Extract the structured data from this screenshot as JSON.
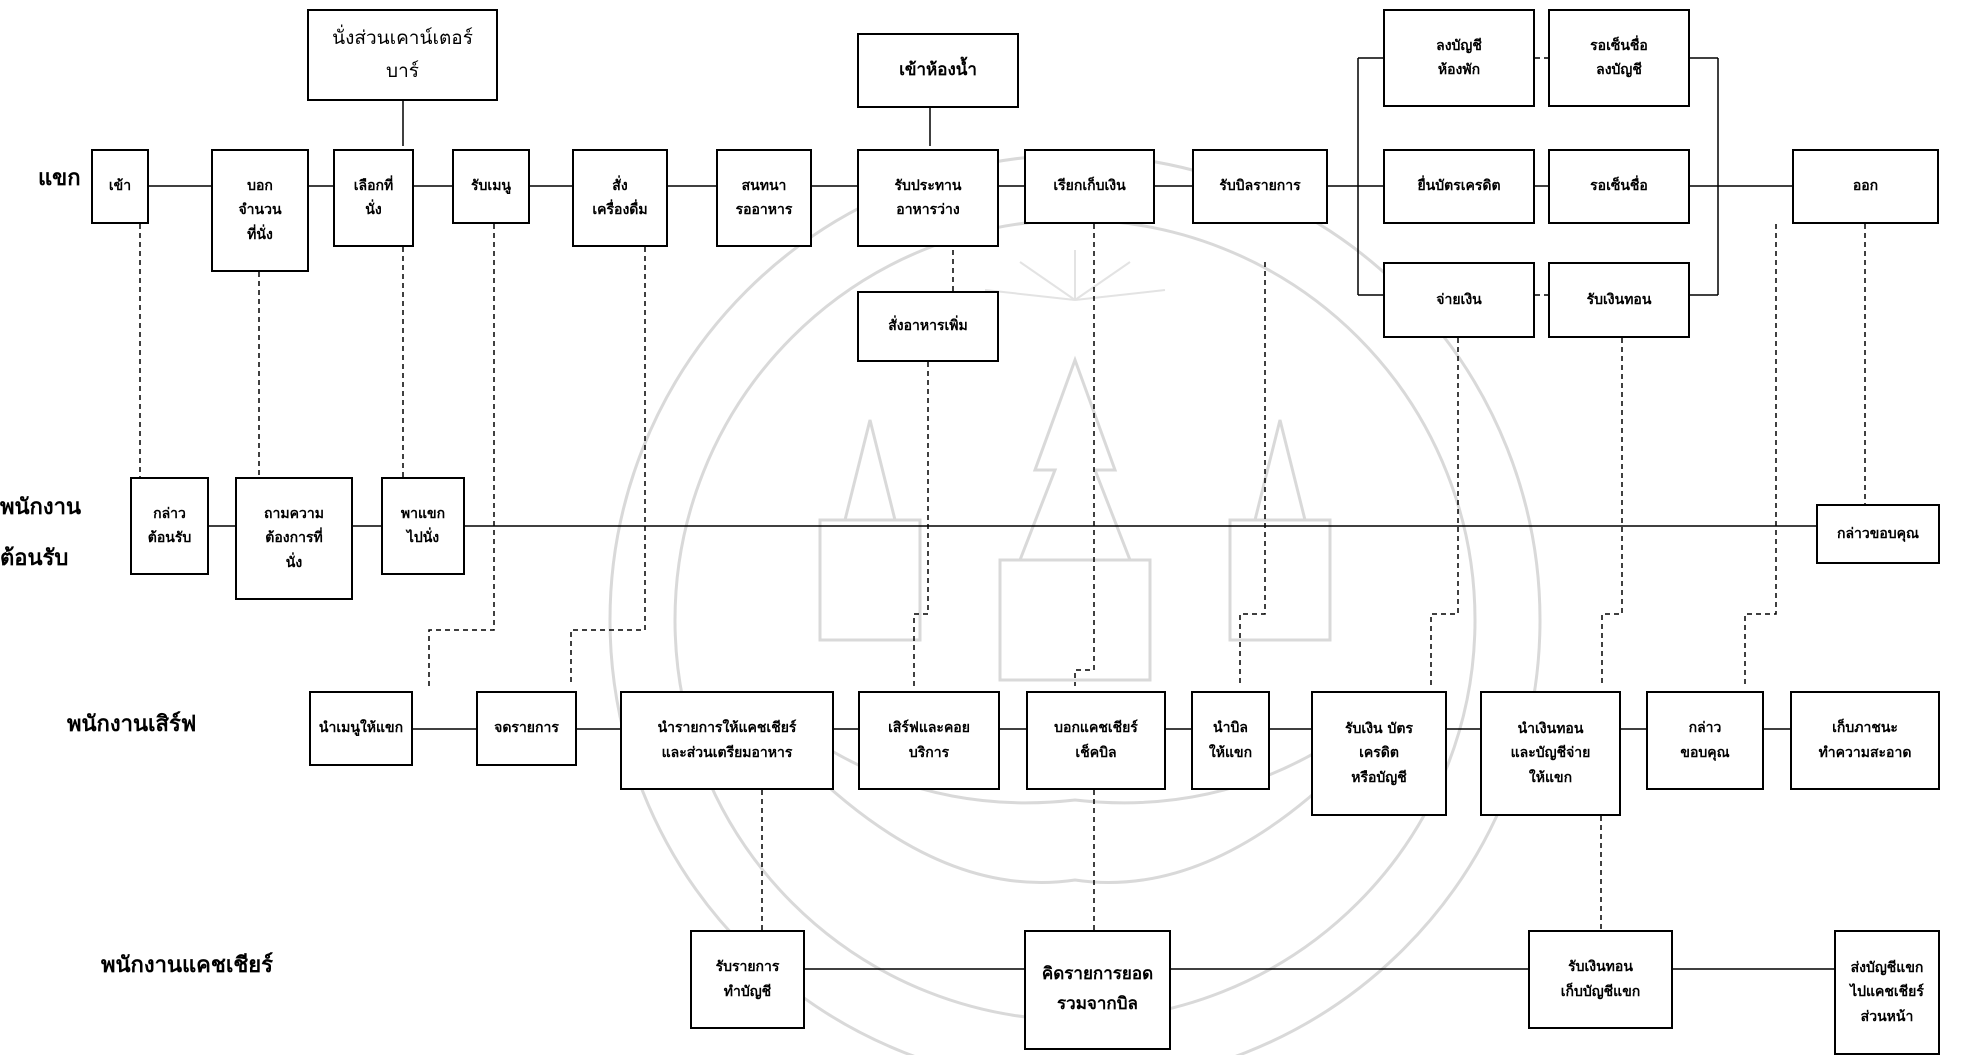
{
  "lanes": {
    "guest": "แขก",
    "reception_line1": "พนักงาน",
    "reception_line2": "ต้อนรับ",
    "server": "พนักงานเสิร์ฟ",
    "cashier": "พนักงานแคชเชียร์"
  },
  "boxes": {
    "g_enter": "เข้า",
    "g_tell_count": "บอก\nจำนวน\nที่นั่ง",
    "g_choose_seat": "เลือกที่\nนั่ง",
    "g_counter_bar": "นั่งส่วนเคาน์เตอร์\nบาร์",
    "g_receive_menu": "รับเมนู",
    "g_order_drinks": "สั่ง\nเครื่องดื่ม",
    "g_chat_wait": "สนทนา\nรออาหาร",
    "g_restroom": "เข้าห้องน้ำ",
    "g_eat_appetizer": "รับประทาน\nอาหารว่าง",
    "g_order_more": "สั่งอาหารเพิ่ม",
    "g_call_bill": "เรียกเก็บเงิน",
    "g_receive_bill": "รับบิลรายการ",
    "g_sign_room": "ลงบัญชี\nห้องพัก",
    "g_wait_sign_room": "รอเซ็นชื่อ\nลงบัญชี",
    "g_give_card": "ยื่นบัตรเครดิต",
    "g_wait_sign": "รอเซ็นชื่อ",
    "g_pay_cash": "จ่ายเงิน",
    "g_get_change": "รับเงินทอน",
    "g_exit": "ออก",
    "r_greet": "กล่าว\nต้อนรับ",
    "r_ask_seat": "ถามความ\nต้องการที่\nนั่ง",
    "r_lead_guest": "พาแขก\nไปนั่ง",
    "r_thank": "กล่าวขอบคุณ",
    "s_bring_menu": "นำเมนูให้แขก",
    "s_take_order": "จดรายการ",
    "s_send_order": "นำรายการให้แคชเชียร์\nและส่วนเตรียมอาหาร",
    "s_serve": "เสิร์ฟและคอย\nบริการ",
    "s_tell_cashier": "บอกแคชเชียร์\nเช็คบิล",
    "s_bring_bill": "นำบิล\nให้แขก",
    "s_receive_payment": "รับเงิน บัตร\nเครดิต\nหรือบัญชี",
    "s_bring_change": "นำเงินทอน\nและบัญชีจ่าย\nให้แขก",
    "s_say_thanks": "กล่าว\nขอบคุณ",
    "s_clean_table": "เก็บภาชนะ\nทำความสะอาด",
    "c_record": "รับรายการ\nทำบัญชี",
    "c_calc_total": "คิดรายการยอด\nรวมจากบิล",
    "c_change_bill": "รับเงินทอน\nเก็บบัญชีแขก",
    "c_send_accounts": "ส่งบัญชีแขก\nไปแคชเชียร์\nส่วนหน้า"
  }
}
